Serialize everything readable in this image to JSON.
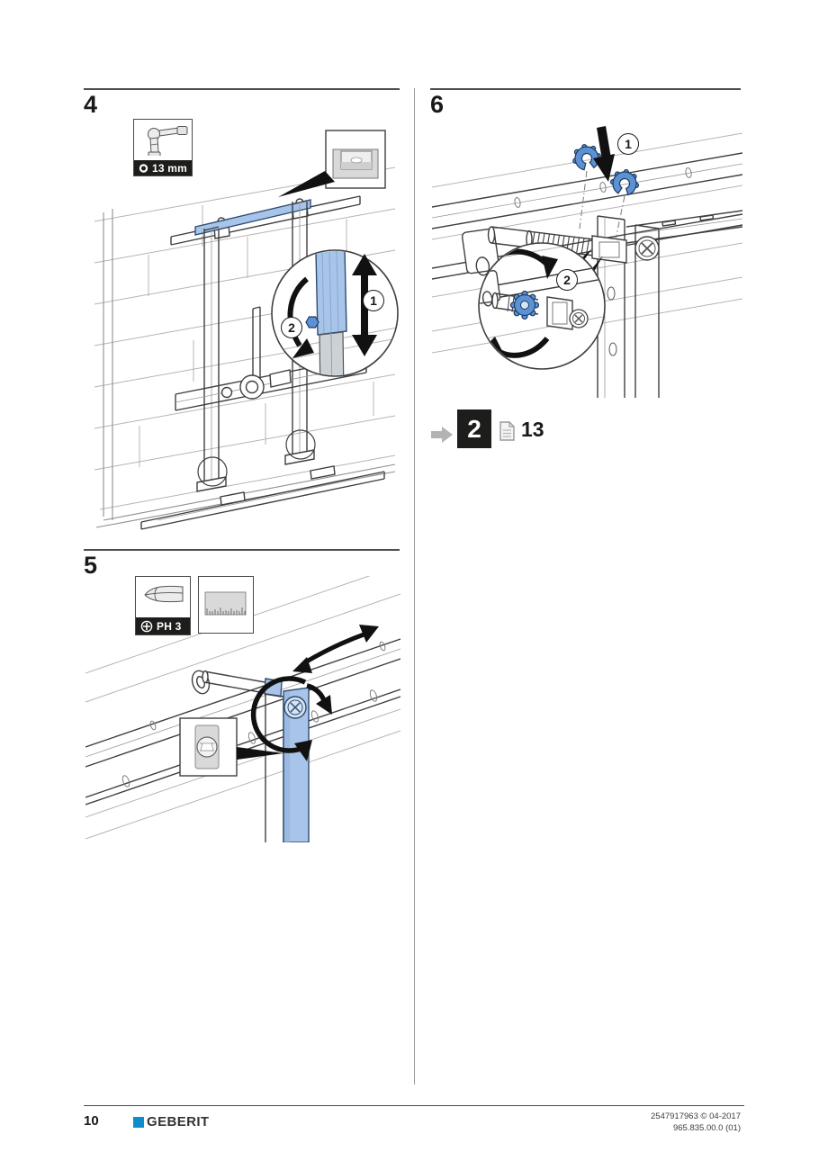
{
  "colors": {
    "highlight_blue": "#a8c4e8",
    "clip_blue": "#5b92d4",
    "brand_blue": "#0e8ccc",
    "banner_bg": "#1d1d1b"
  },
  "steps": {
    "step4": {
      "number": "4",
      "tool_label": "13 mm",
      "callout_1": "1",
      "callout_2": "2"
    },
    "step5": {
      "number": "5",
      "tool_label": "PH 3"
    },
    "step6": {
      "number": "6",
      "callout_1": "1",
      "callout_2": "2"
    },
    "reference": {
      "step": "2",
      "page": "13"
    }
  },
  "footer": {
    "page_number": "10",
    "brand": "GEBERIT",
    "doc_line1": "2547917963 © 04-2017",
    "doc_line2": "965.835.00.0 (01)"
  }
}
